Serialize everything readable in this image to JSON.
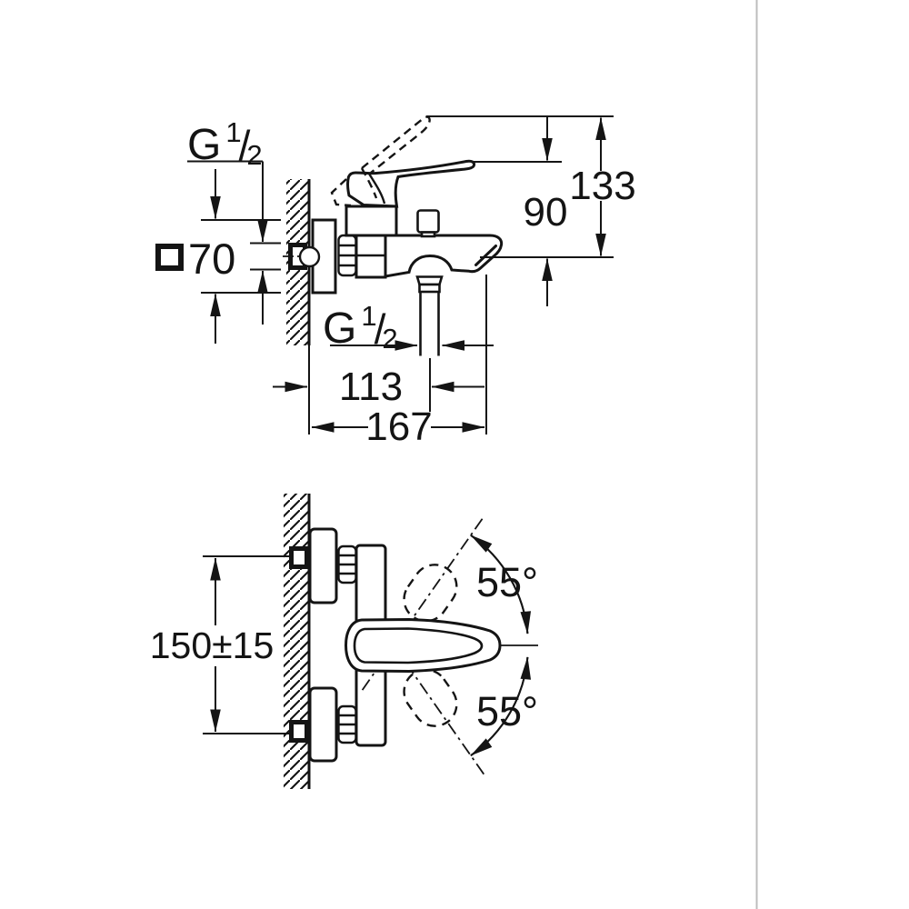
{
  "page": {
    "background_color": "#ffffff",
    "right_border_color": "#bdbdbd",
    "line_color": "#141414"
  },
  "diagram": {
    "subject": "wall-mounted single-lever bath and shower mixer - dimensional drawing",
    "side_view": {
      "inlet_thread": {
        "g": "G",
        "numerator": "1",
        "slash": "/",
        "denominator": "2"
      },
      "escutcheon_square_symbol": "square-symbol",
      "escutcheon_size": "70",
      "height_spout_to_lever": "90",
      "height_total": "133",
      "hose_thread": {
        "g": "G",
        "numerator": "1",
        "slash": "/",
        "denominator": "2"
      },
      "wall_to_hose_center": "113",
      "spout_projection": "167"
    },
    "plan_view": {
      "inlet_center_distance": "150±15",
      "lever_swivel_up": "55°",
      "lever_swivel_down": "55°"
    }
  }
}
